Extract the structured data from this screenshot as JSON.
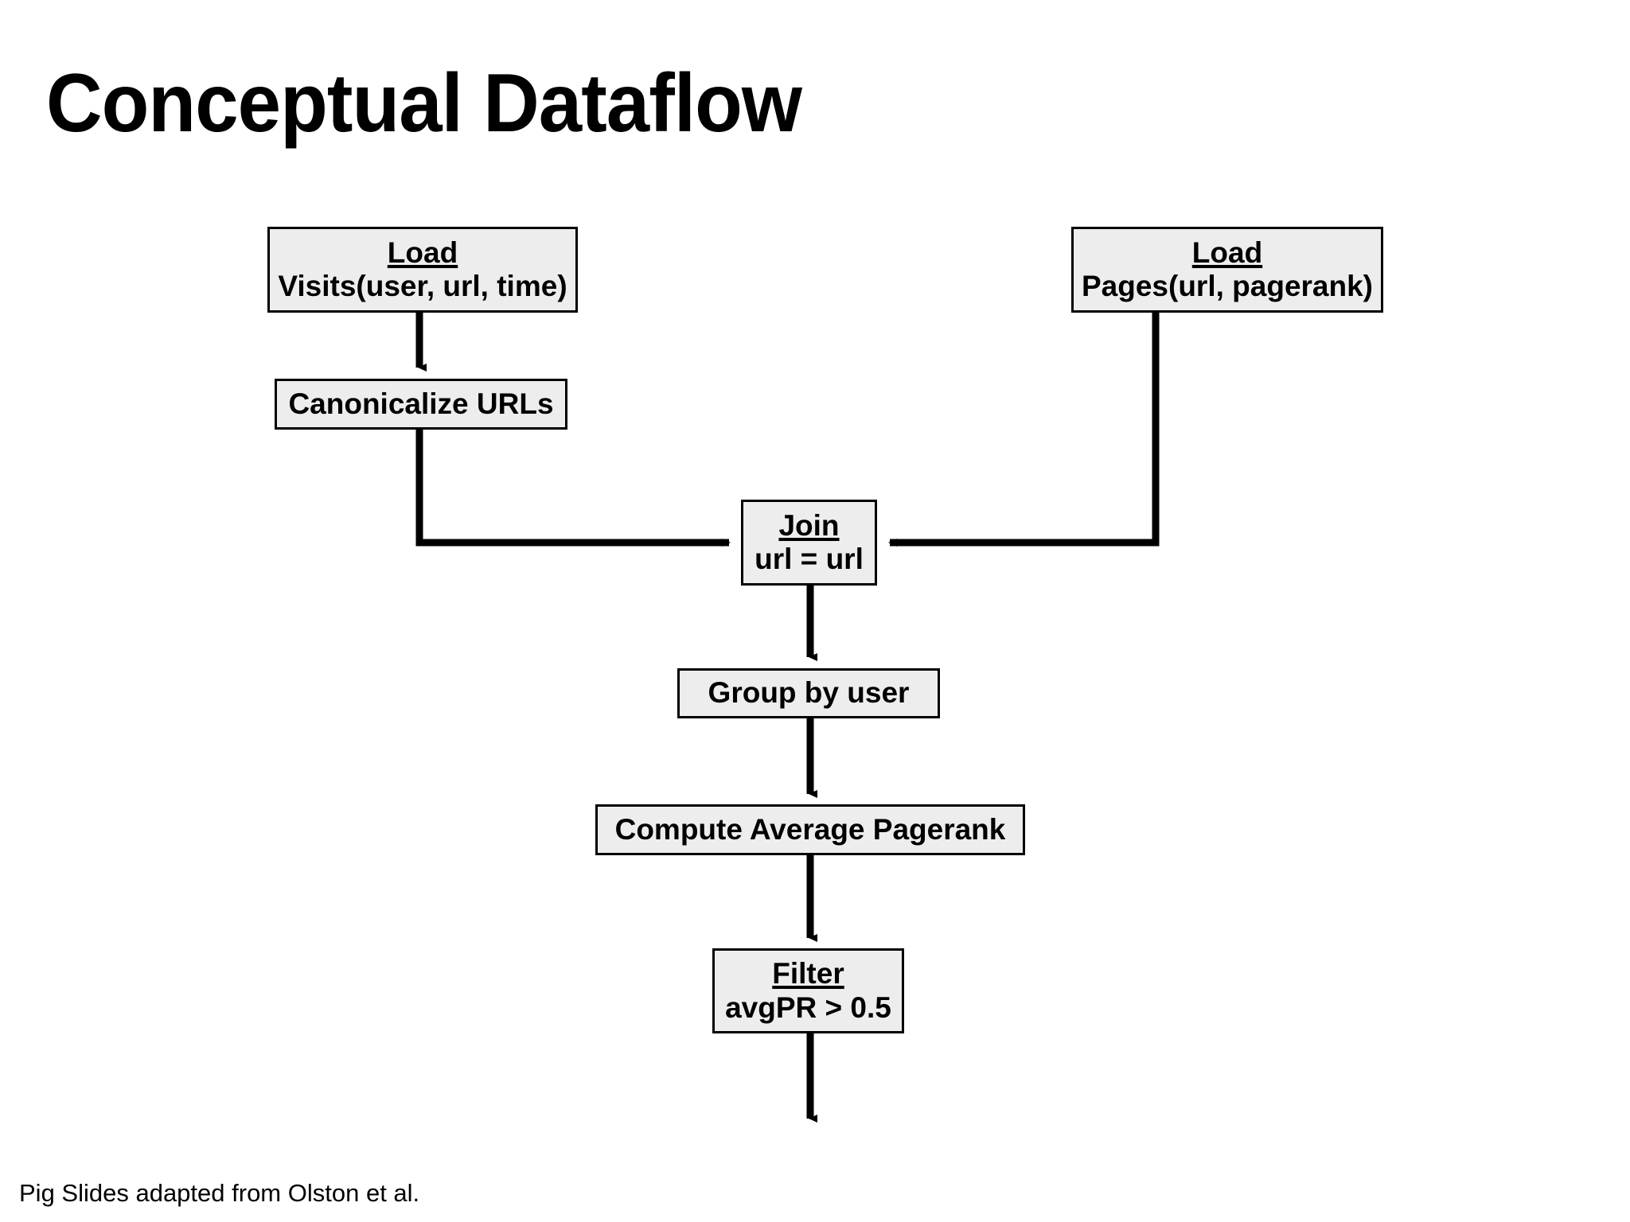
{
  "slide": {
    "title": "Conceptual Dataflow",
    "footnote": "Pig Slides adapted from Olston et al.",
    "background_color": "#ffffff",
    "node_fill_color": "#ededed",
    "node_border_color": "#000000",
    "connector_color": "#000000"
  },
  "diagram": {
    "type": "flowchart",
    "nodes": [
      {
        "id": "load-visits",
        "title": "Load",
        "subtitle": "Visits(user, url, time)"
      },
      {
        "id": "load-pages",
        "title": "Load",
        "subtitle": "Pages(url, pagerank)"
      },
      {
        "id": "canonicalize",
        "label": "Canonicalize URLs"
      },
      {
        "id": "join",
        "title": "Join",
        "subtitle": "url = url"
      },
      {
        "id": "group",
        "label": "Group by user"
      },
      {
        "id": "compute",
        "label": "Compute Average Pagerank"
      },
      {
        "id": "filter",
        "title": "Filter",
        "subtitle": "avgPR > 0.5"
      }
    ],
    "edges": [
      {
        "from": "load-visits",
        "to": "canonicalize"
      },
      {
        "from": "canonicalize",
        "to": "join"
      },
      {
        "from": "load-pages",
        "to": "join"
      },
      {
        "from": "join",
        "to": "group"
      },
      {
        "from": "group",
        "to": "compute"
      },
      {
        "from": "compute",
        "to": "filter"
      },
      {
        "from": "filter",
        "to": "output"
      }
    ]
  }
}
